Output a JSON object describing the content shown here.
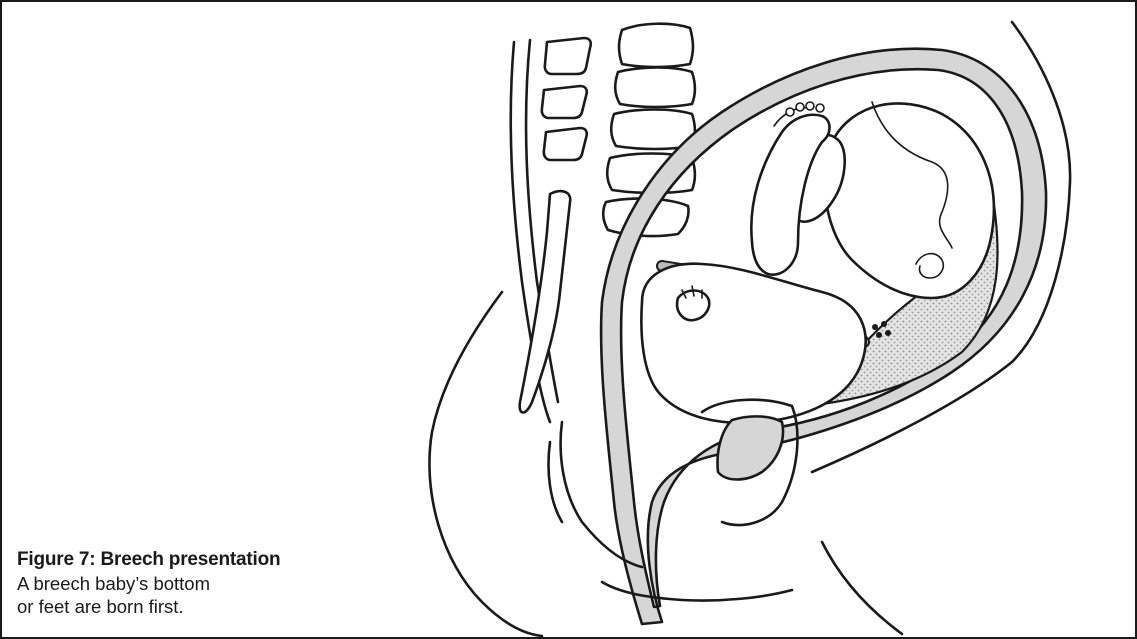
{
  "figure": {
    "caption_title": "Figure 7: Breech presentation",
    "caption_line_1": "A breech baby’s bottom",
    "caption_line_2": "or feet are born first."
  },
  "colors": {
    "ink": "#1a1a1a",
    "uterine_wall_fill": "#d6d6d6",
    "background": "#ffffff"
  }
}
